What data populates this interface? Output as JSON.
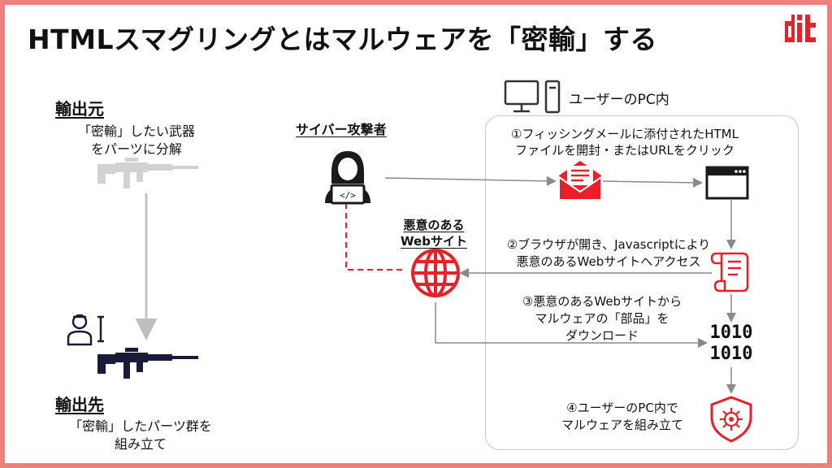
{
  "title": "HTMLスマグリングとはマルウェアを「密輸」する",
  "left": {
    "source_heading": "輸出元",
    "source_line1": "「密輸」したい武器",
    "source_line2": "をパーツに分解",
    "dest_heading": "輸出先",
    "dest_line1": "「密輸」したパーツ群を",
    "dest_line2": "組み立て"
  },
  "attacker": {
    "label": "サイバー攻撃者"
  },
  "malicious_site": {
    "label_line1": "悪意のある",
    "label_line2": "Webサイト"
  },
  "pc": {
    "label": "ユーザーのPC内"
  },
  "steps": {
    "step1_line1": "①フィッシングメールに添付されたHTML",
    "step1_line2": "ファイルを開封・またはURLをクリック",
    "step2_line1": "②ブラウザが開き、Javascriptにより",
    "step2_line2": "悪意のあるWebサイトへアクセス",
    "step3_line1": "③悪意のあるWebサイトから",
    "step3_line2": "マルウェアの「部品」を",
    "step3_line3": "ダウンロード",
    "step4_line1": "④ユーザーのPC内で",
    "step4_line2": "マルウェアを組み立て"
  },
  "binary": {
    "line1": "1010",
    "line2": "1010"
  },
  "colors": {
    "accent": "#e8202a",
    "border": "#f08080",
    "gray": "#bdbdbd",
    "navy": "#1a1a3a"
  },
  "icons": [
    "rifle-gray-icon",
    "rifle-dark-icon",
    "mechanic-icon",
    "hacker-laptop-icon",
    "globe-icon",
    "envelope-icon",
    "browser-window-icon",
    "script-scroll-icon",
    "shield-virus-icon",
    "computer-icon"
  ]
}
